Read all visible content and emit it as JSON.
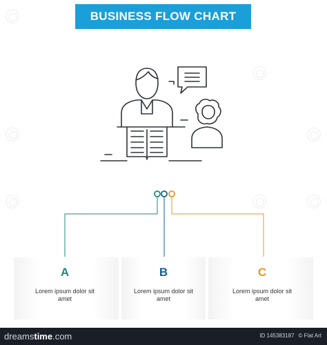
{
  "header": {
    "title": "BUSINESS FLOW CHART"
  },
  "colors": {
    "banner": "#1b9fd9",
    "step_a": "#1e8a7e",
    "step_b": "#135f97",
    "step_c": "#ef9521",
    "icon_stroke": "#2f3337",
    "footer": "#1a1f27"
  },
  "illustration": {
    "icon": "teacher-student-chat-icon"
  },
  "steps": [
    {
      "letter": "A",
      "text": "Lorem ipsum dolor sit amet"
    },
    {
      "letter": "B",
      "text": "Lorem ipsum dolor sit amet"
    },
    {
      "letter": "C",
      "text": "Lorem ipsum dolor sit amet"
    }
  ],
  "footer": {
    "logo_light": "dreams",
    "logo_bold": "time",
    "logo_suffix": ".com",
    "id_text": "ID 145383187",
    "credit": "© Flat Art"
  }
}
